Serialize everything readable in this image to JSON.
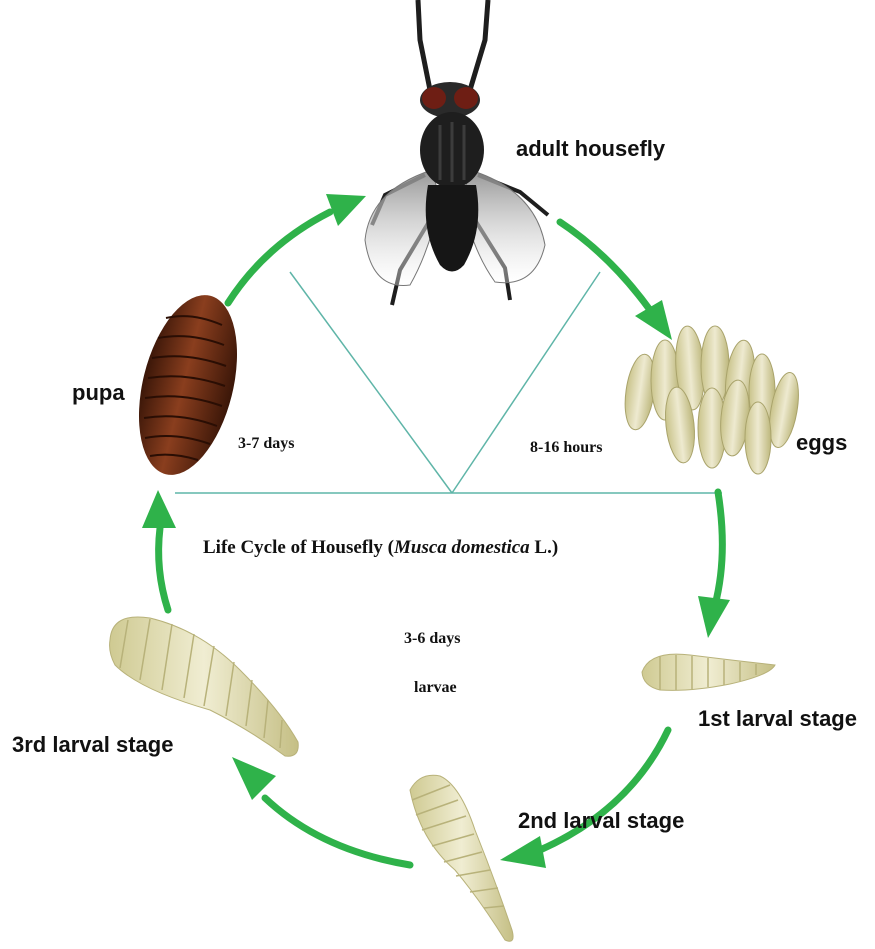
{
  "title": {
    "prefix": "Life Cycle of Housefly (",
    "species": "Musca domestica",
    "suffix": " L.)"
  },
  "stages": {
    "adult": "adult housefly",
    "eggs": "eggs",
    "first_larva": "1st larval stage",
    "second_larva": "2nd larval stage",
    "third_larva": "3rd larval stage",
    "pupa": "pupa"
  },
  "durations": {
    "pupa": "3-7 days",
    "eggs": "8-16 hours",
    "larvae": "3-6 days",
    "larvae_label": "larvae"
  },
  "colors": {
    "arrow": "#2fb24a",
    "divider_line": "#5fb5a8",
    "pupa": "#5a2a14",
    "egg": "#e2deaa",
    "larva": "#e5e1b0",
    "fly_body": "#1e1e1e"
  }
}
